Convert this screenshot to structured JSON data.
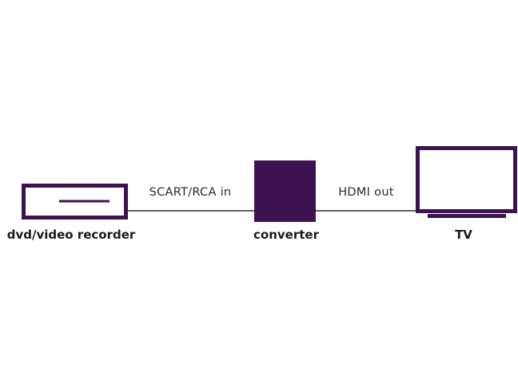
{
  "colors": {
    "device": "#3d1250",
    "converter_fill": "#3d1250",
    "cable": "#2b2b2b",
    "text": "#1a1a1a"
  },
  "devices": {
    "recorder": {
      "label": "dvd/video recorder",
      "icon": "dvd-recorder-icon"
    },
    "converter": {
      "label": "converter",
      "icon": "converter-box-icon"
    },
    "tv": {
      "label": "TV",
      "icon": "tv-icon"
    }
  },
  "connections": {
    "input": {
      "label": "SCART/RCA in"
    },
    "output": {
      "label": "HDMI out"
    }
  }
}
